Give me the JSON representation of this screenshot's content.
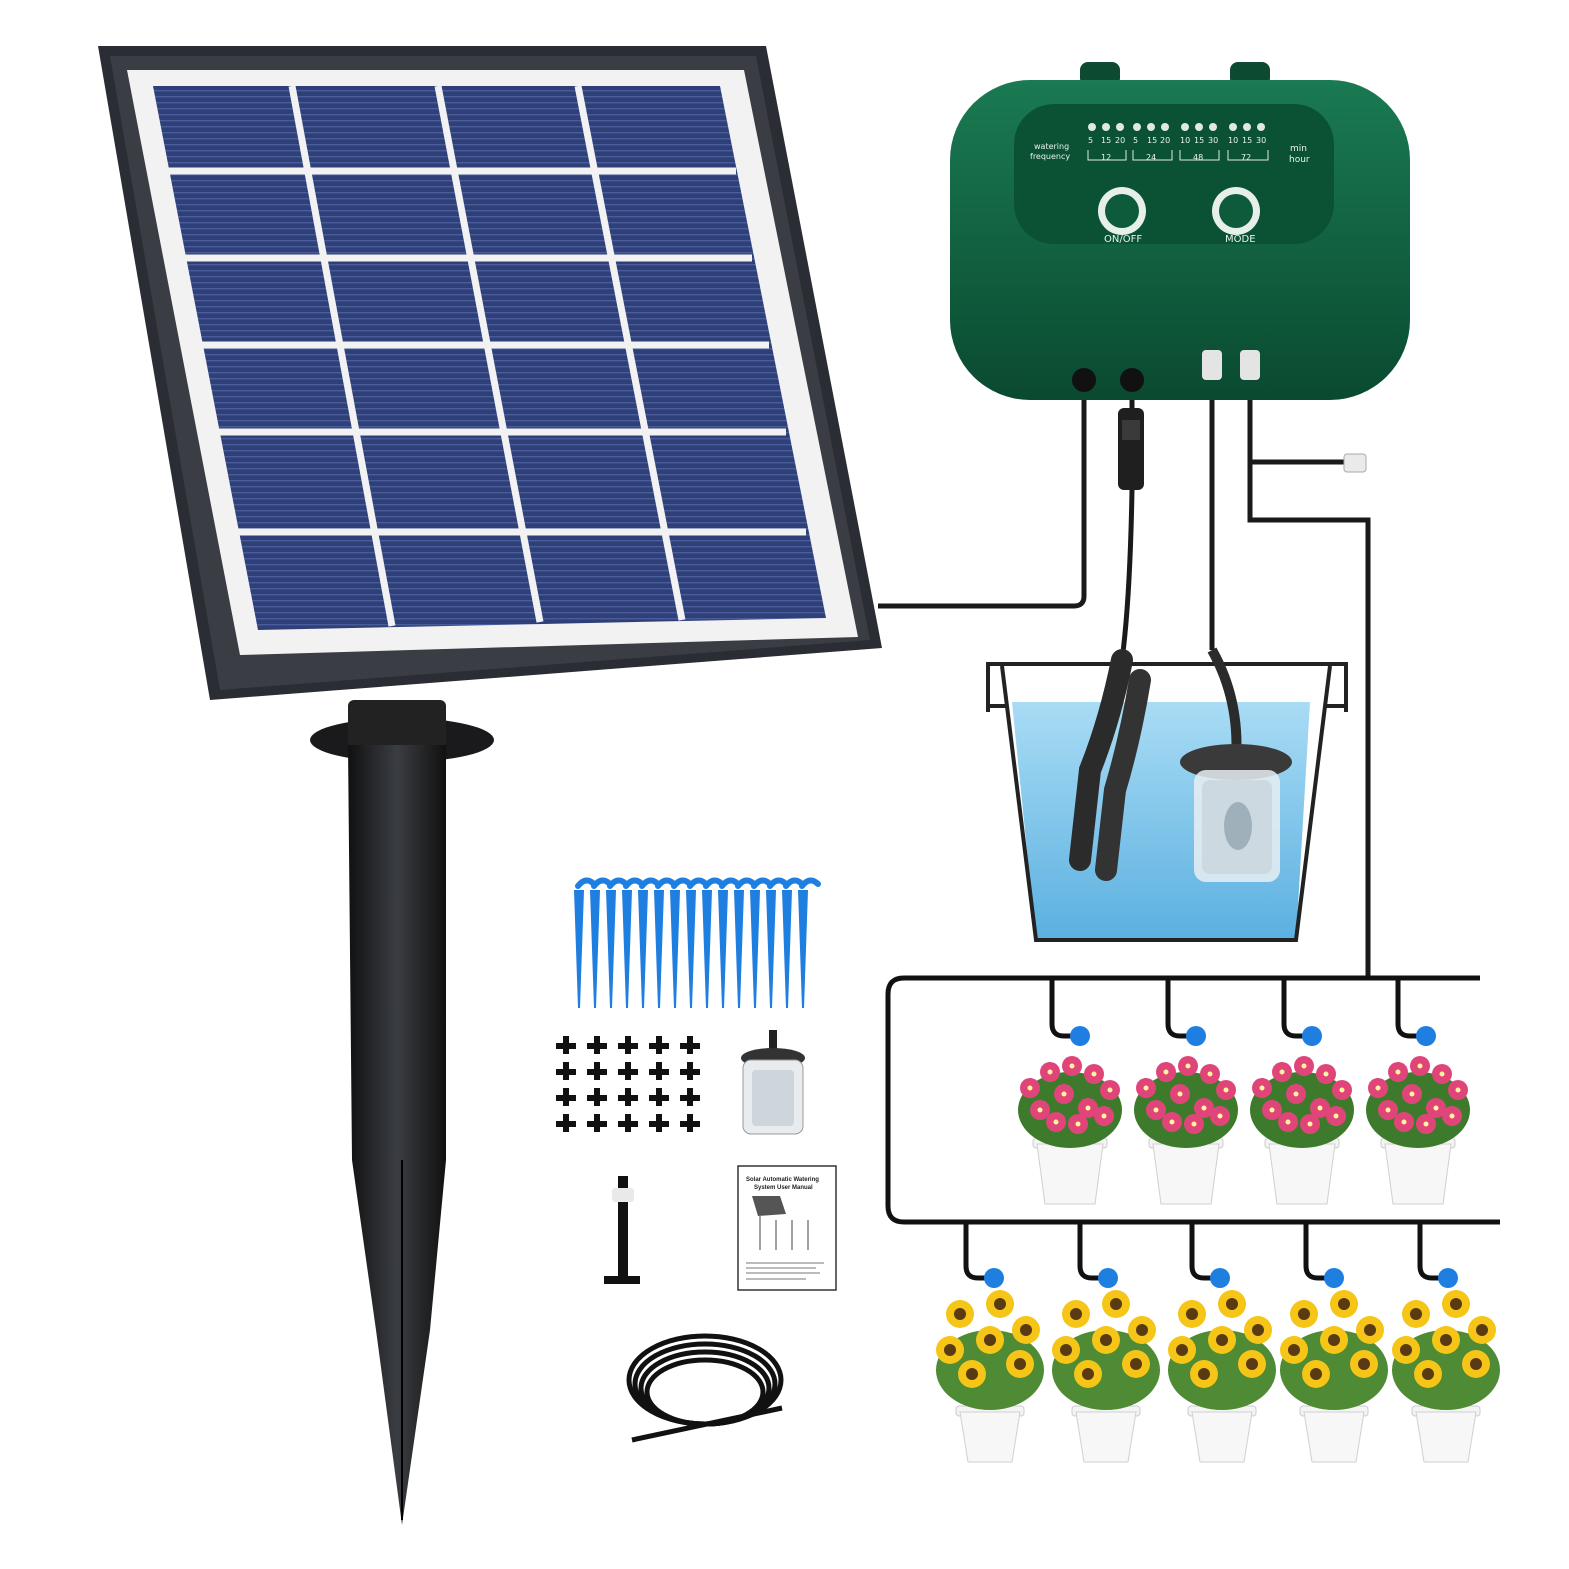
{
  "controller": {
    "watering_label_1": "watering",
    "watering_label_2": "frequency",
    "minute_ticks": [
      "5",
      "15",
      "20",
      "5",
      "15",
      "20",
      "10",
      "15",
      "30",
      "10",
      "15",
      "30"
    ],
    "hour_groups": [
      "12",
      "24",
      "48",
      "72"
    ],
    "unit_min": "min",
    "unit_hour": "hour",
    "button_onoff_label": "ON/OFF",
    "button_mode_label": "MODE",
    "color": "#0d5a3a"
  },
  "manual": {
    "title_line1": "Solar Automatic Watering",
    "title_line2": "System User Manual"
  },
  "colors": {
    "panel_frame": "#2a2d33",
    "solar_cell": "#2e3d74",
    "water": "#7cc4ec",
    "dripper_blue": "#1f7fe0",
    "petunia": "#e0457a",
    "sunflower": "#f5c518"
  },
  "icons": [
    "solar-panel-icon",
    "ground-stake-icon",
    "controller-box-icon",
    "water-bucket-icon",
    "water-pump-icon",
    "drip-stake-icon",
    "tee-connector-icon",
    "filter-icon",
    "user-manual-icon",
    "tubing-coil-icon",
    "flower-pot-icon"
  ]
}
